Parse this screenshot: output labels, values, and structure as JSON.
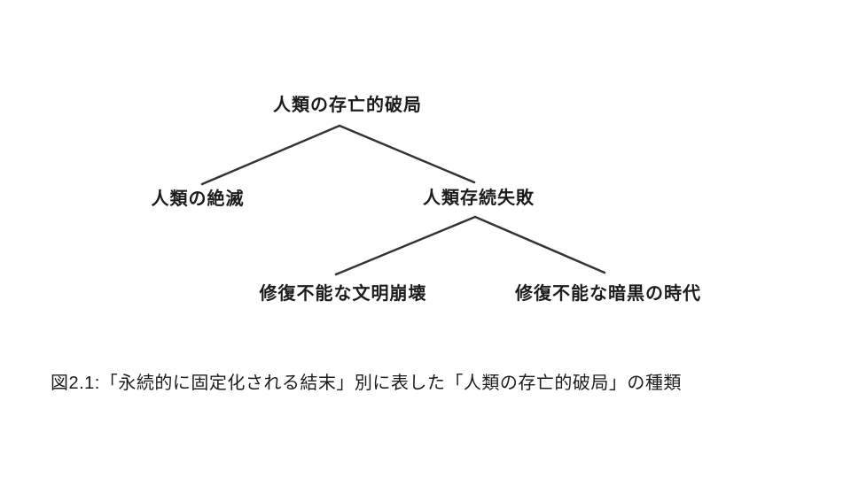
{
  "figure": {
    "caption": "図2.1:「永続的に固定化される結末」別に表した「人類の存亡的破局」の種類",
    "tree": {
      "root": {
        "label": "人類の存亡的破局"
      },
      "level2": [
        {
          "label": "人類の絶滅"
        },
        {
          "label": "人類存続失敗"
        }
      ],
      "level3": [
        {
          "label": "修復不能な文明崩壊"
        },
        {
          "label": "修復不能な暗黒の時代"
        }
      ]
    },
    "colors": {
      "line": "#333333",
      "text": "#1c1c1c",
      "background": "#ffffff"
    }
  }
}
